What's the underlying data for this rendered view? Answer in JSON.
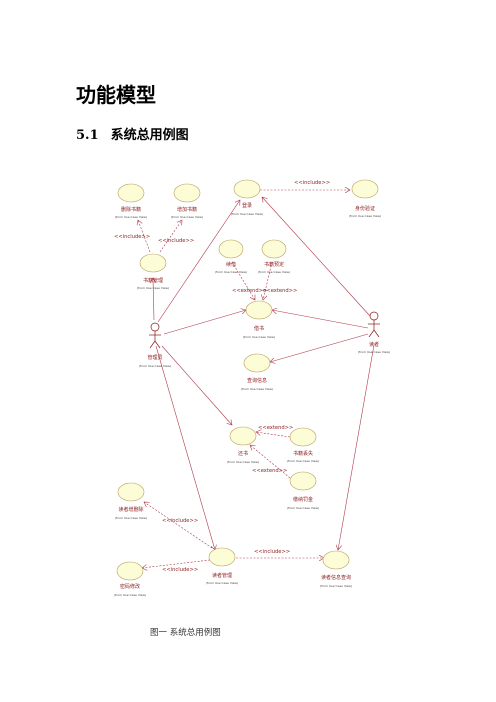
{
  "document": {
    "title": "功能模型",
    "section_number": "5.1",
    "section_title": "系统总用例图",
    "figure_caption": "图一 系统总用例图"
  },
  "diagram": {
    "stereotype": "(from Use Case View)",
    "include_label": "<<include>>",
    "extend_label": "<<extend>>",
    "actors": {
      "admin": "管理员",
      "reader": "读者"
    },
    "use_cases": {
      "delete_book": "删除书籍",
      "add_book": "增加书籍",
      "book_mgmt": "书籍管理",
      "login": "登录",
      "identity_verify": "身份验证",
      "renew": "续借",
      "book_reserve": "书籍预定",
      "borrow": "借书",
      "query_info": "查询信息",
      "return_book": "还书",
      "book_damage": "书籍丢失",
      "pay_fine": "缴纳罚金",
      "reader_add_delete": "读者增删除",
      "reader_mgmt": "读者管理",
      "modify_info": "密码修改",
      "reader_info_query": "读者信息查询"
    }
  },
  "colors": {
    "line": "#b03a4a",
    "use_case_fill": "#fcfcd6",
    "use_case_stroke": "#b8a060",
    "text": "#8b1a1a"
  }
}
